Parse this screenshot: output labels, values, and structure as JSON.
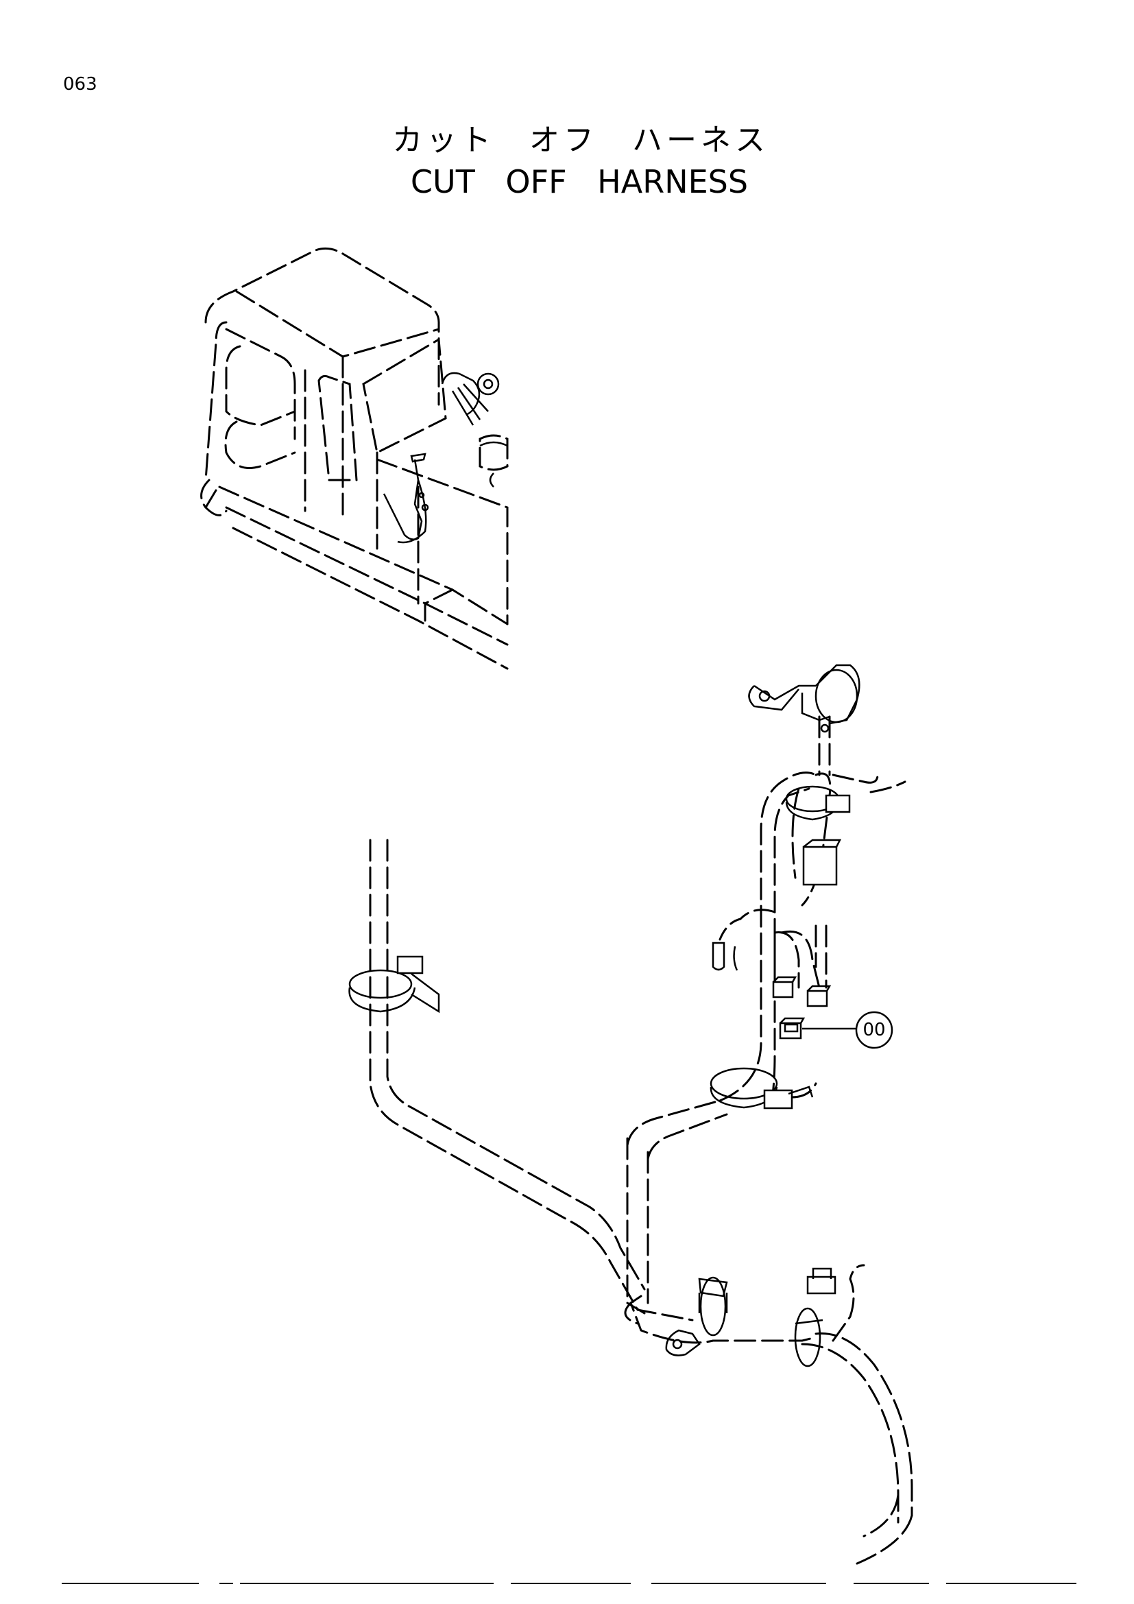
{
  "page": {
    "number": "063"
  },
  "title": {
    "japanese": "カット　オフ　ハーネス",
    "english": "CUT OFF HARNESS"
  },
  "callouts": [
    {
      "label": "00"
    }
  ]
}
